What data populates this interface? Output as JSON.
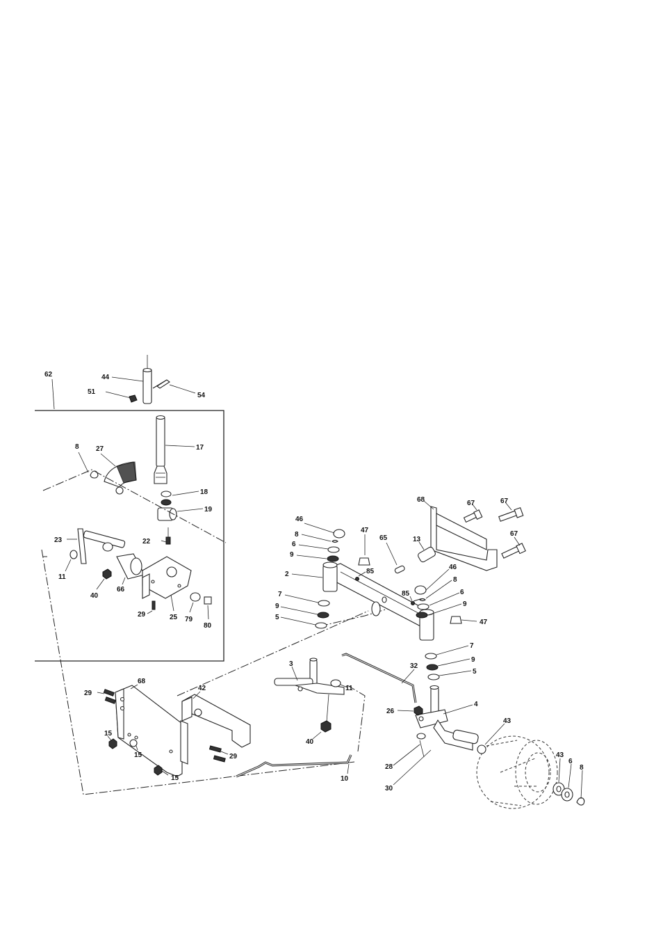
{
  "diagram": {
    "callouts": {
      "inset_group": "62",
      "steering_shaft_upper": "44",
      "nut_51": "51",
      "bolt_54": "54",
      "steering_shaft": "17",
      "ring_8_inset": "8",
      "sector_gear": "27",
      "bearing_18": "18",
      "pinion_19": "19",
      "sector_shaft": "23",
      "fitting_22": "22",
      "washer_11_inset": "11",
      "nut_40_inset": "40",
      "bushing_66": "66",
      "bracket_25": "25",
      "screw_29_inset": "29",
      "washer_79": "79",
      "bolt_80": "80",
      "bracket_68_right": "68",
      "bolt_67_a": "67",
      "bolt_67_b": "67",
      "bolt_67_c": "67",
      "cap_46_left": "46",
      "ring_8_left": "8",
      "washer_6_left": "6",
      "washer_9_left": "9",
      "fitting_47_left": "47",
      "pin_65": "65",
      "spacer_13": "13",
      "axle_2": "2",
      "fitting_85_a": "85",
      "fitting_85_b": "85",
      "cap_46_right": "46",
      "ring_8_right": "8",
      "washer_6_right": "6",
      "washer_9_right": "9",
      "washer_7_left": "7",
      "washer_9_left2": "9",
      "washer_5_left": "5",
      "fitting_47_right": "47",
      "washer_7_right": "7",
      "washer_9_right2": "9",
      "washer_5_right": "5",
      "spindle_3": "3",
      "drag_link_32": "32",
      "washer_11": "11",
      "nut_40": "40",
      "nut_26": "26",
      "spindle_4": "4",
      "washer_43_a": "43",
      "washer_43_b": "43",
      "washer_6_wheel": "6",
      "ring_8_wheel": "8",
      "screw_28": "28",
      "screw_30": "30",
      "tie_rod_10": "10",
      "bracket_68_left": "68",
      "bracket_42": "42",
      "screw_29_a": "29",
      "screw_29_b": "29",
      "nut_15_a": "15",
      "nut_15_b": "15",
      "nut_15_c": "15"
    }
  }
}
